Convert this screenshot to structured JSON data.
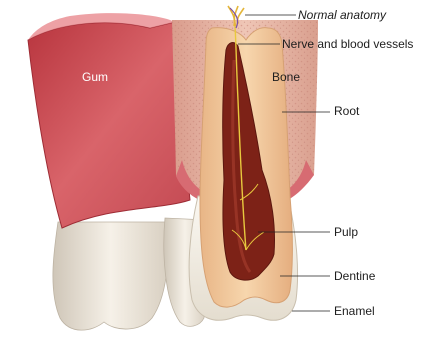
{
  "diagram": {
    "title": "Normal anatomy",
    "labels": {
      "gum": "Gum",
      "bone": "Bone",
      "nerve": "Nerve and blood vessels",
      "root": "Root",
      "pulp": "Pulp",
      "dentine": "Dentine",
      "enamel": "Enamel"
    }
  },
  "colors": {
    "gum": "#c94a52",
    "bone": "#e8b9a8",
    "dentine": "#f1c79a",
    "pulp": "#7a2016",
    "enamel": "#f4efe6"
  }
}
